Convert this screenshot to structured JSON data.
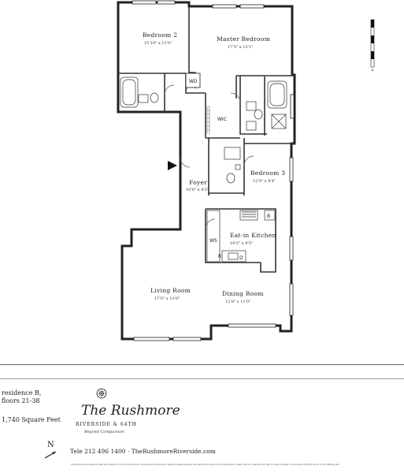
{
  "rooms": {
    "bedroom2": {
      "name": "Bedroom 2",
      "dims": "15'10\" x 11'0\""
    },
    "master": {
      "name": "Master Bedroom",
      "dims": "17'5\" x 13'1\""
    },
    "bedroom3": {
      "name": "Bedroom 3",
      "dims": "12'0\" x 8'4\""
    },
    "foyer": {
      "name": "Foyer",
      "dims": "10'0\" x 4'5\""
    },
    "kitchen": {
      "name": "Eat-in Kitchen",
      "dims": "19'2\" x 9'5\""
    },
    "living": {
      "name": "Living Room",
      "dims": "17'0\" x 13'0\""
    },
    "dining": {
      "name": "Dining Room",
      "dims": "12'8\" x 11'0\""
    }
  },
  "fixtures": {
    "wd": "WD",
    "wic": "WIC",
    "ws": "WS",
    "r": "R",
    "d": "D",
    "b": "B"
  },
  "footer": {
    "residence_line1": "residence B,",
    "residence_line2": "floors 21-38",
    "square_feet": "1,740 Square Feet",
    "brand": "The Rushmore",
    "brand_sub": "RIVERSIDE & 64TH",
    "tagline": "Beyond Comparison",
    "contact": "Tele 212 496 1400 · TheRushmoreRiverside.com",
    "north": "N",
    "disclaimer": "All dimensions are approximate and subject to normal construction variances and tolerances. Square footage exceeds the usable floor area and includes exterior walls. Sponsor reserves the right to make changes in accordance with the terms of the offering plan."
  }
}
